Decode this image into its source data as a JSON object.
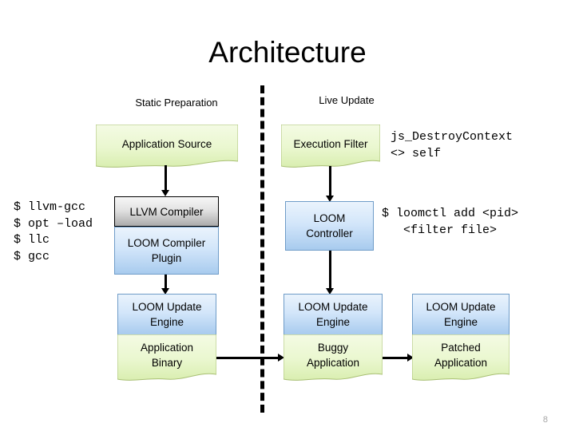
{
  "slide": {
    "title": "Architecture",
    "page_number": "8",
    "background_color": "#ffffff"
  },
  "sections": {
    "static_label": "Static Preparation",
    "live_label": "Live Update",
    "divider": "dashed-vertical-divider"
  },
  "colors": {
    "green_fill_top": "#f4fbe4",
    "green_fill_bottom": "#d9eeb0",
    "green_border": "#a8bf73",
    "blue_fill_top": "#eaf3fc",
    "blue_fill_bottom": "#a8cbee",
    "blue_border": "#6f9cc8",
    "gray_fill_top": "#f7f7f7",
    "gray_fill_bottom": "#ababab",
    "gray_border": "#000000",
    "connector": "#000000",
    "page_number": "#a6a6a6"
  },
  "nodes": {
    "application_source": "Application Source",
    "llvm_compiler": "LLVM Compiler",
    "loom_compiler_plugin": "LOOM Compiler\nPlugin",
    "loom_compiler_plugin_line1": "LOOM Compiler",
    "loom_compiler_plugin_line2": "Plugin",
    "execution_filter": "Execution Filter",
    "loom_controller_line1": "LOOM",
    "loom_controller_line2": "Controller",
    "update_engine_line1": "LOOM Update",
    "update_engine_line2": "Engine",
    "application_binary_line1": "Application",
    "application_binary_line2": "Binary",
    "buggy_application_line1": "Buggy",
    "buggy_application_line2": "Application",
    "patched_application_line1": "Patched",
    "patched_application_line2": "Application"
  },
  "annotations": {
    "build_commands": [
      "$ llvm-gcc",
      "$ opt –load",
      "$ llc",
      "$ gcc"
    ],
    "filter_spec_line1": "js_DestroyContext",
    "filter_spec_line2": "<> self",
    "loomctl_line1": "$ loomctl add <pid>",
    "loomctl_line2": "   <filter file>"
  }
}
